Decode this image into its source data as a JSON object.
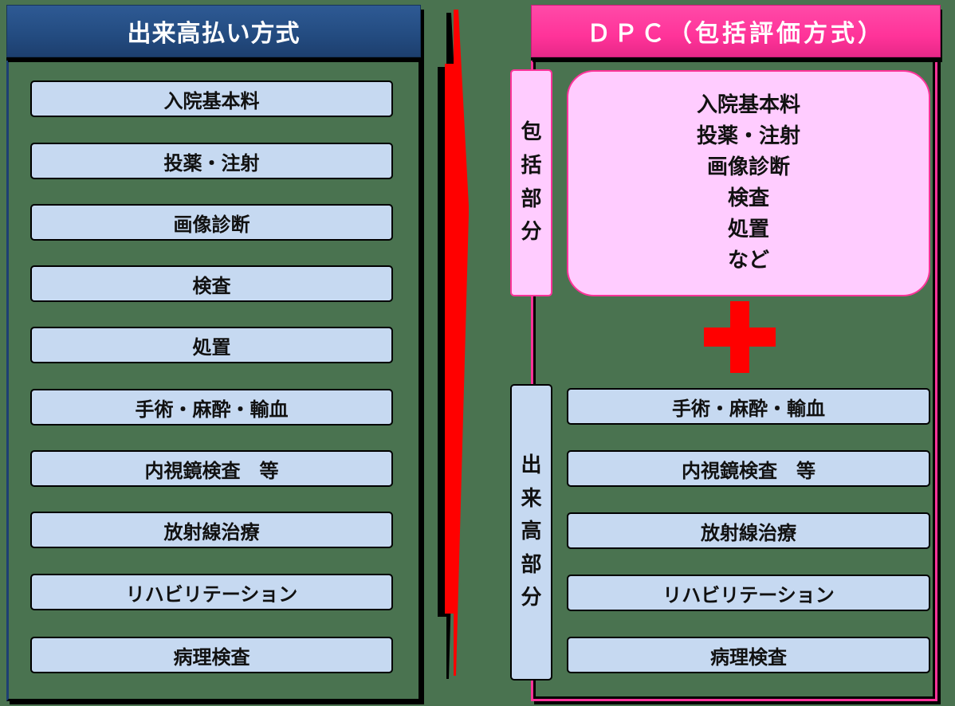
{
  "left_panel": {
    "title": "出来高払い方式",
    "header_color": "#234b80",
    "items": [
      "入院基本料",
      "投薬・注射",
      "画像診断",
      "検査",
      "処置",
      "手術・麻酔・輸血",
      "内視鏡検査　等",
      "放射線治療",
      "リハビリテーション",
      "病理検査"
    ]
  },
  "arrow": {
    "direction": "right",
    "color": "#ff0000"
  },
  "right_panel": {
    "title": "ＤＰＣ（包括評価方式）",
    "header_color": "#ff3399",
    "bundled_section": {
      "label_chars": [
        "包",
        "括",
        "部",
        "分"
      ],
      "items": [
        "入院基本料",
        "投薬・注射",
        "画像診断",
        "検査",
        "処置",
        "など"
      ]
    },
    "plus_symbol": "+",
    "fee_for_service_section": {
      "label_chars": [
        "出",
        "来",
        "高",
        "部",
        "分"
      ],
      "items": [
        "手術・麻酔・輸血",
        "内視鏡検査　等",
        "放射線治療",
        "リハビリテーション",
        "病理検査"
      ]
    }
  }
}
